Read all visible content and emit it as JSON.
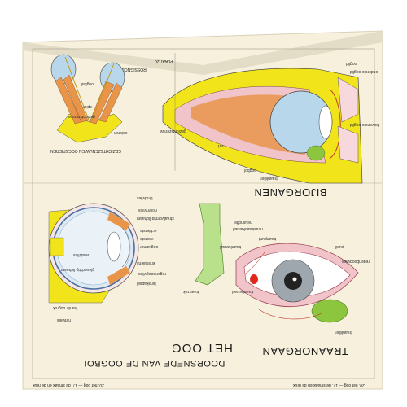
{
  "poster": {
    "plate": "PLAAT 20",
    "publisher": "ROSSIGNOL",
    "top_title": "BIJORGANEN",
    "top_left_caption": "GEZICHTSZENUW EN OOGSPIEREN",
    "bottom_title_1": "HET OOG",
    "bottom_title_2": "DOORSNEDE VAN DE OOGBOL",
    "bottom_right_title": "TRAANORGAAN",
    "footer_left": "20. het oog — 17. de smaak en de reuk",
    "footer_right": "20. het oog — 17. de smaak en de reuk",
    "labels_top_right": [
      "oogbol",
      "vet",
      "gezichtszenuw",
      "traanklier",
      "bovenste ooglid",
      "onderste ooglid",
      "ooglid"
    ],
    "labels_top_left": [
      "oogbal",
      "spier",
      "spieren",
      "gezichtszenuw"
    ],
    "labels_bottom_left": [
      "netvlies",
      "lenskapsel",
      "regenboogvlies",
      "kristallens",
      "oogkamer",
      "voorste",
      "achterste",
      "glasachtig lichaam",
      "vaatvlies",
      "harde oogrok",
      "straalvormig lichaam",
      "hoornvlies",
      "bindvlies"
    ],
    "labels_bottom_right": [
      "traanklier",
      "traanzak",
      "traankanaal",
      "traanpunt",
      "neusholte",
      "neustraankanaal",
      "pupil",
      "traanheuvel",
      "regenboogvlies"
    ]
  },
  "colors": {
    "paper": "#f6f0dc",
    "yellow": "#f2e41a",
    "pink": "#f0c4c8",
    "blue": "#b9d7ea",
    "green": "#8cc63f",
    "muscle": "#e8954a",
    "fold": "#e3dcc6"
  }
}
